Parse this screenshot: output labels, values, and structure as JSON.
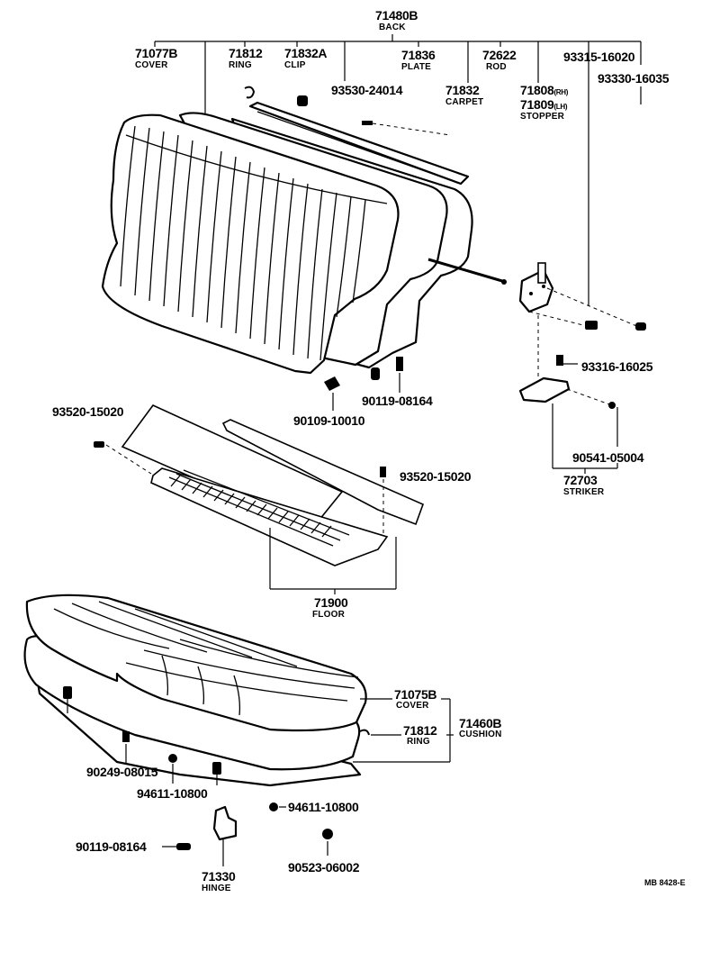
{
  "back": {
    "number": "71480B",
    "name": "BACK"
  },
  "back_parts": {
    "cover": {
      "number": "71077B",
      "name": "COVER"
    },
    "ring": {
      "number": "71812",
      "name": "RING"
    },
    "clip": {
      "number": "71832A",
      "name": "CLIP"
    },
    "plate": {
      "number": "71836",
      "name": "PLATE"
    },
    "rod": {
      "number": "72622",
      "name": "ROD"
    },
    "carpet": {
      "number": "71832",
      "name": "CARPET"
    },
    "screw_93530": "93530-24014",
    "stopper_rh": {
      "number": "71808",
      "side": "(RH)"
    },
    "stopper_lh": {
      "number": "71809",
      "side": "(LH)"
    },
    "stopper_name": "STOPPER",
    "bolt_93315": "93315-16020",
    "bolt_93330": "93330-16035",
    "bolt_93316": "93316-16025",
    "bolt_90119_top": "90119-08164",
    "bush_90109": "90109-10010",
    "nut_90541": "90541-05004",
    "striker": {
      "number": "72703",
      "name": "STRIKER"
    }
  },
  "floor_parts": {
    "screw_left": "93520-15020",
    "screw_right": "93520-15020",
    "floor": {
      "number": "71900",
      "name": "FLOOR"
    }
  },
  "cushion_parts": {
    "cover": {
      "number": "71075B",
      "name": "COVER"
    },
    "ring": {
      "number": "71812",
      "name": "RING"
    },
    "cushion": {
      "number": "71460B",
      "name": "CUSHION"
    },
    "bolt_90249": "90249-08015",
    "nut_94611_a": "94611-10800",
    "nut_94611_b": "94611-10800",
    "bolt_90119_bottom": "90119-08164",
    "nut_90523": "90523-06002",
    "hinge": {
      "number": "71330",
      "name": "HINGE"
    }
  },
  "drawing_code": "MB 8428-E"
}
